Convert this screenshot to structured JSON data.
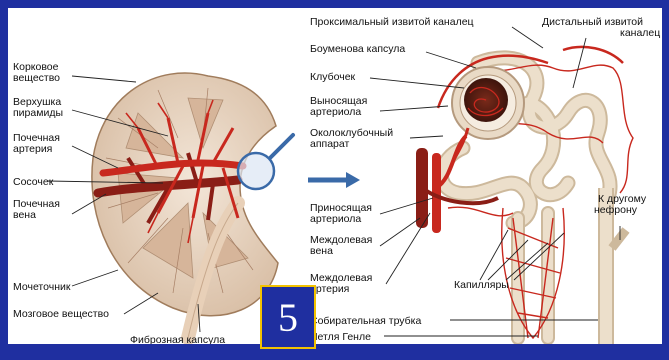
{
  "labels": {
    "cortex": [
      "Корковое",
      "вещество"
    ],
    "pyramid_apex": [
      "Верхушка",
      "пирамиды"
    ],
    "renal_artery": [
      "Почечная",
      "артерия"
    ],
    "papilla": "Сосочек",
    "renal_vein": [
      "Почечная",
      "вена"
    ],
    "ureter": "Мочеточник",
    "medulla": "Мозговое вещество",
    "fibrous_capsule": "Фиброзная капсула",
    "proximal_tubule": "Проксимальный извитой каналец",
    "distal_tubule": [
      "Дистальный извитой",
      "каналец"
    ],
    "bowman_capsule": "Боуменова капсула",
    "glomerulus": "Клубочек",
    "efferent_arteriole": [
      "Выносящая",
      "артериола"
    ],
    "juxtaglomerular": [
      "Околоклубочный",
      "аппарат"
    ],
    "afferent_arteriole": [
      "Приносящая",
      "артериола"
    ],
    "interlobular_vein": [
      "Междолевая",
      "вена"
    ],
    "interlobular_artery": [
      "Междолевая",
      "артерия"
    ],
    "capillaries": "Капилляры",
    "to_other_nephron": [
      "К другому",
      "нефрону"
    ],
    "collecting_duct": "Собирательная трубка",
    "henle_loop": "Петля Генле"
  },
  "page_number": "5",
  "colors": {
    "slide_background": "#1f2fa0",
    "badge_border": "#f2c200",
    "artery_red": "#c8281e",
    "kidney_tissue": "#ead7c4",
    "tubule": "#e3d4bd",
    "arrow_blue": "#3a6aa8"
  }
}
